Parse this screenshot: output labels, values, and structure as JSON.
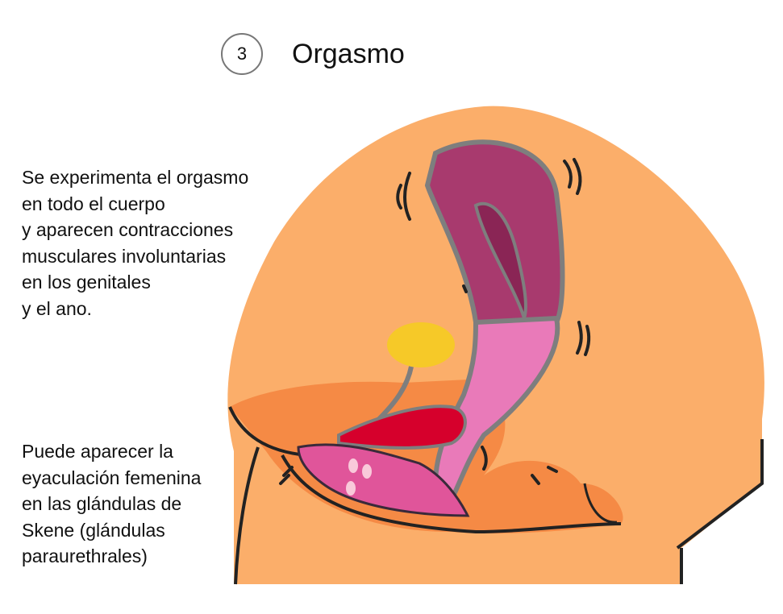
{
  "header": {
    "step_number": "3",
    "title": "Orgasmo"
  },
  "description": {
    "paragraph_1": "Se experimenta el orgasmo\nen todo el cuerpo\ny aparecen contracciones\nmusculares involuntarias\nen los genitales\ny el ano.",
    "paragraph_2": "Puede aparecer la\neyaculación femenina\nen las glándulas de\nSkene (glándulas\nparaurethrales)"
  },
  "colors": {
    "skin": "#FBAE6A",
    "skin_dark": "#F58A45",
    "uterus": "#A83A6E",
    "vagina": "#E97AB9",
    "bladder": "#F6C928",
    "clitoris": "#D6002C",
    "outline": "#7E7E7E"
  }
}
